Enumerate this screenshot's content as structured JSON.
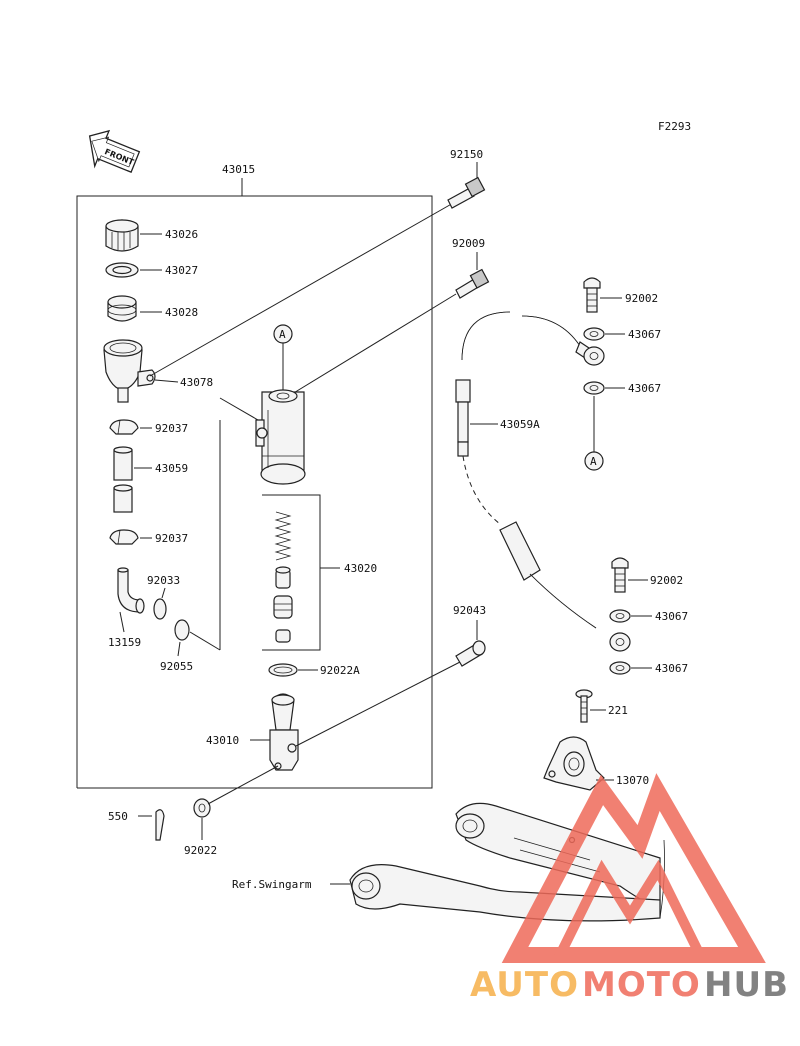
{
  "figure_code": "F2293",
  "direction_label": "FRONT",
  "reference_marks": {
    "top": "A",
    "right": "A"
  },
  "part_numbers": {
    "p43015": "43015",
    "p43026": "43026",
    "p43027": "43027",
    "p43028": "43028",
    "p43078": "43078",
    "p92037a": "92037",
    "p43059": "43059",
    "p92037b": "92037",
    "p92033": "92033",
    "p13159": "13159",
    "p92055": "92055",
    "p92150": "92150",
    "p92009": "92009",
    "p43020": "43020",
    "p92022A": "92022A",
    "p43010": "43010",
    "p92043": "92043",
    "p92002a": "92002",
    "p43067a": "43067",
    "p43067b": "43067",
    "p43059A": "43059A",
    "p92002b": "92002",
    "p43067c": "43067",
    "p43067d": "43067",
    "p221": "221",
    "p13070": "13070",
    "p550": "550",
    "p92022": "92022",
    "ref_swingarm": "Ref.Swingarm"
  },
  "watermark": {
    "part1": "AUTO",
    "part2": "MOTO",
    "part3": "HUB",
    "color_orange": "#f6b04a",
    "color_red": "#ef6a5a",
    "color_grey": "#6d6d6d"
  }
}
